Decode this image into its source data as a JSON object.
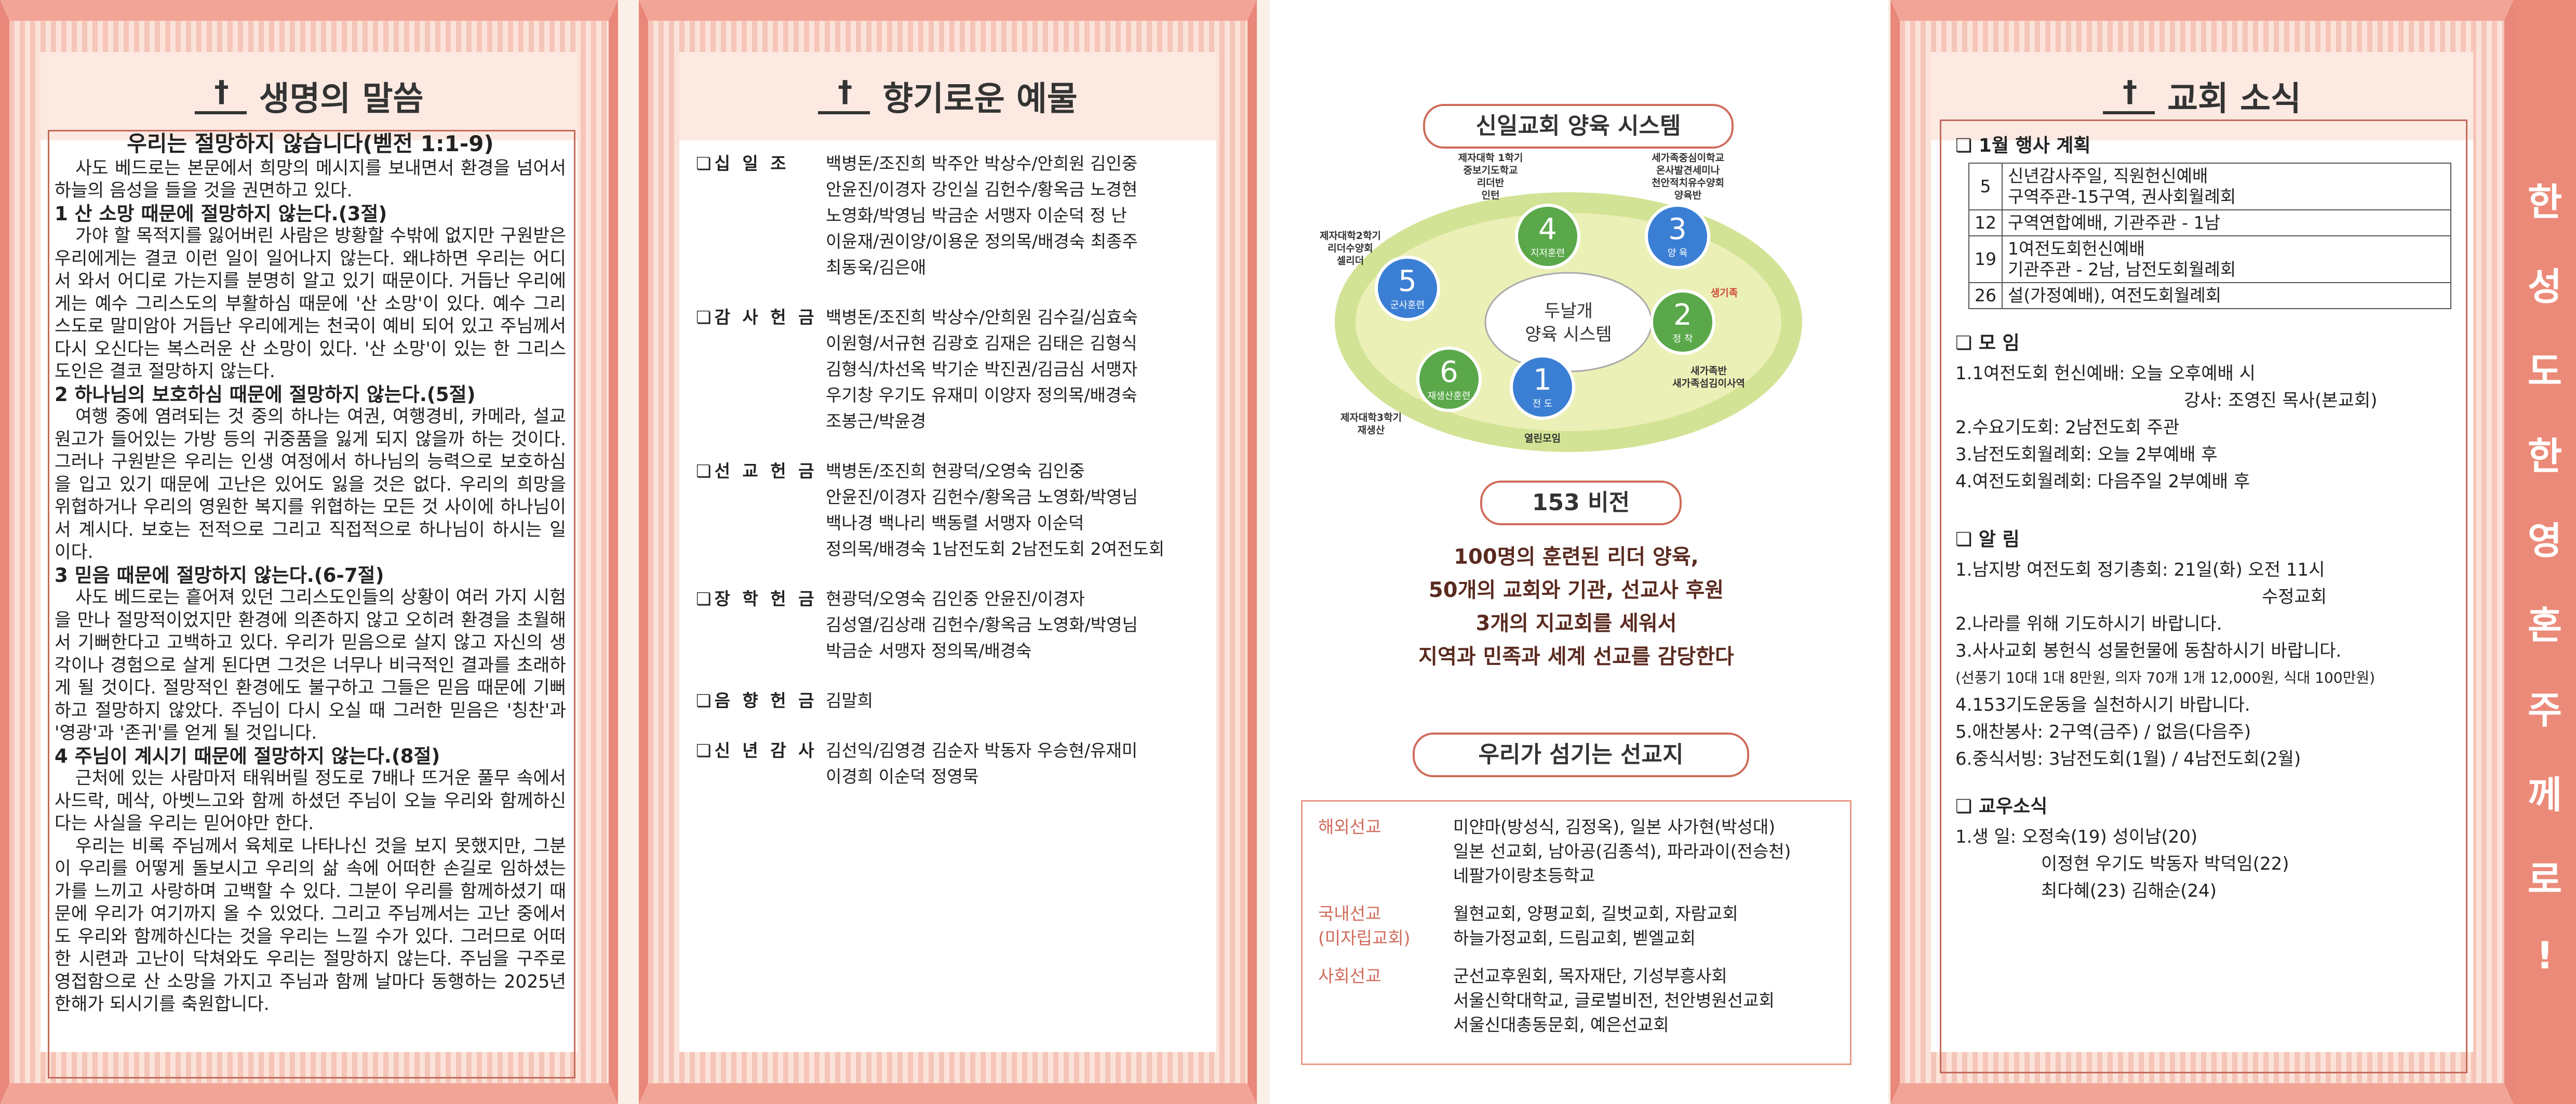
{
  "panel1": {
    "header": "생명의 말씀",
    "title": "우리는 절망하지 않습니다(벧전 1:1-9)",
    "intro": "사도 베드로는 본문에서 희망의 메시지를 보내면서 환경을 넘어서 하늘의 음성을 들을 것을 권면하고 있다.",
    "h1": "1 산 소망 때문에 절망하지 않는다.(3절)",
    "p1": "가야 할 목적지를 잃어버린 사람은 방황할 수밖에 없지만 구원받은 우리에게는 결코 이런 일이 일어나지 않는다. 왜냐하면 우리는 어디서 와서 어디로 가는지를 분명히 알고 있기 때문이다. 거듭난 우리에게는 예수 그리스도의 부활하심 때문에 '산 소망'이 있다. 예수 그리스도로 말미암아 거듭난 우리에게는 천국이 예비 되어 있고 주님께서 다시 오신다는 복스러운 산 소망이 있다. '산 소망'이 있는 한 그리스도인은 결코 절망하지 않는다.",
    "h2": "2 하나님의 보호하심 때문에 절망하지 않는다.(5절)",
    "p2": "여행 중에 염려되는 것 중의 하나는 여권, 여행경비, 카메라, 설교 원고가 들어있는 가방 등의 귀중품을 잃게 되지 않을까 하는 것이다. 그러나 구원받은 우리는 인생 여정에서 하나님의 능력으로 보호하심을 입고 있기 때문에 고난은 있어도 잃을 것은 없다. 우리의 희망을 위협하거나 우리의 영원한 복지를 위협하는 모든 것 사이에 하나님이 서 계시다. 보호는 전적으로 그리고 직접적으로 하나님이 하시는 일이다.",
    "h3": "3 믿음 때문에 절망하지 않는다.(6-7절)",
    "p3": "사도 베드로는 흩어져 있던 그리스도인들의 상황이 여러 가지 시험을 만나 절망적이었지만 환경에 의존하지 않고 오히려 환경을 초월해서 기뻐한다고 고백하고 있다. 우리가 믿음으로 살지 않고 자신의 생각이나 경험으로 살게 된다면 그것은 너무나 비극적인 결과를 초래하게 될 것이다. 절망적인 환경에도 불구하고 그들은 믿음 때문에 기뻐하고 절망하지 않았다. 주님이 다시 오실 때 그러한 믿음은 '칭찬'과 '영광'과 '존귀'를 얻게 될 것입니다.",
    "h4": "4 주님이 계시기 때문에 절망하지 않는다.(8절)",
    "p4": "근처에 있는 사람마저 태워버릴 정도로 7배나 뜨거운 풀무 속에서 사드락, 메삭, 아벳느고와 함께 하셨던 주님이 오늘 우리와 함께하신다는 사실을 우리는 믿어야만 한다.",
    "p5": "우리는 비록 주님께서 육체로 나타나신 것을 보지 못했지만, 그분이 우리를 어떻게 돌보시고 우리의 삶 속에 어떠한 손길로 임하셨는가를 느끼고 사랑하며 고백할 수 있다. 그분이 우리를 함께하셨기 때문에 우리가 여기까지 올 수 있었다. 그리고 주님께서는 고난 중에서도 우리와 함께하신다는 것을 우리는 느낄 수가 있다. 그러므로 어떠한 시련과 고난이 닥쳐와도 우리는 절망하지 않는다. 주님을 구주로 영접함으로 산 소망을 가지고 주님과 함께 날마다 동행하는 2025년 한해가 되시기를 축원합니다."
  },
  "panel2": {
    "header": "향기로운 예물",
    "offerings": [
      {
        "label": "❏십 일 조",
        "lines": [
          "백병돈/조진희 박주안 박상수/안희원 김인중",
          "안윤진/이경자 강인실 김헌수/황옥금 노경현",
          "노영화/박영님 박금순 서맹자 이순덕 정 난",
          "이윤재/권이양/이용운 정의목/배경숙 최종주",
          "최동욱/김은애"
        ]
      },
      {
        "label": "❏감 사 헌 금",
        "lines": [
          "백병돈/조진희 박상수/안희원 김수길/심효숙",
          "이원형/서규현 김광호 김재은 김태은 김형식",
          "김형식/차선옥 박기순 박진권/김금심 서맹자",
          "우기창 우기도 유재미 이양자 정의목/배경숙",
          "조봉근/박윤경"
        ]
      },
      {
        "label": "❏선 교 헌 금",
        "lines": [
          "백병돈/조진희 현광덕/오영숙 김인중",
          "안윤진/이경자 김헌수/황옥금 노영화/박영님",
          "백나경 백나리 백동렬 서맹자 이순덕",
          "정의목/배경숙 1남전도회 2남전도회 2여전도회"
        ]
      },
      {
        "label": "❏장 학 헌 금",
        "lines": [
          "현광덕/오영숙 김인중 안윤진/이경자",
          "김성열/김상래 김헌수/황옥금 노영화/박영님",
          "박금순 서맹자 정의목/배경숙"
        ]
      },
      {
        "label": "❏음 향 헌 금",
        "lines": [
          "김말희"
        ]
      },
      {
        "label": "❏신 년 감 사",
        "lines": [
          "김선익/김영경 김순자 박동자 우승현/유재미",
          "이경희 이순덕 정영묵"
        ]
      }
    ]
  },
  "panel3": {
    "pill1": "신일교회 양육 시스템",
    "center": "두날개\n양육 시스템",
    "nodes": [
      {
        "num": "1",
        "name": "전 도",
        "color": "#3b7fd4"
      },
      {
        "num": "2",
        "name": "정 착",
        "color": "#5aa84a"
      },
      {
        "num": "3",
        "name": "양 육",
        "color": "#3b7fd4"
      },
      {
        "num": "4",
        "name": "지저훈련",
        "color": "#5aa84a"
      },
      {
        "num": "5",
        "name": "군사훈련",
        "color": "#3b7fd4"
      },
      {
        "num": "6",
        "name": "재생산훈련",
        "color": "#5aa84a"
      }
    ],
    "labels": {
      "l1": "열린모임",
      "l2": "새가족반\n새가족섬김이사역",
      "l3": "세가족중심이학교\n온사발견세미나\n천안적치유수양회\n양육반",
      "l4": "제자대학 1학기\n중보기도학교\n리더반\n인턴",
      "l5": "제자대학2학기\n리더수양회\n셀리더",
      "l6": "제자대학3학기\n재생산",
      "arrow": "생기족"
    },
    "pill2": "153 비전",
    "vision": [
      "100명의 훈련된 리더 양육,",
      "50개의 교회와 기관, 선교사 후원",
      "3개의 지교회를 세워서",
      "지역과 민족과 세계 선교를 감당한다"
    ],
    "pill3": "우리가 섬기는 선교지",
    "missions": [
      {
        "k": "해외선교",
        "v": [
          "미얀마(방성식, 김정옥), 일본 사가현(박성대)",
          "일본 선교회, 남아공(김종석), 파라과이(전승천)",
          "네팔가이랑초등학교"
        ]
      },
      {
        "k": "국내선교\n(미자립교회)",
        "v": [
          "월현교회, 양평교회, 길벗교회, 자람교회",
          "하늘가정교회, 드림교회, 벧엘교회"
        ]
      },
      {
        "k": "사회선교",
        "v": [
          "군선교후원회, 목자재단, 기성부흥사회",
          "서울신학대학교, 글로벌비전, 천안병원선교회",
          "서울신대총동문회, 예은선교회"
        ]
      }
    ]
  },
  "panel4": {
    "header": "교회 소식",
    "s1": "❏ 1월 행사 계획",
    "events": [
      {
        "d": "5",
        "t": "신년감사주일, 직원헌신예배\n구역주관-15구역, 권사회월례회"
      },
      {
        "d": "12",
        "t": "구역연합예배, 기관주관 - 1남"
      },
      {
        "d": "19",
        "t": "1여전도회헌신예배\n기관주관 - 2남, 남전도회월례회"
      },
      {
        "d": "26",
        "t": "설(가정예배), 여전도회월례회"
      }
    ],
    "s2": "❏ 모    임",
    "meet": [
      "1.1여전도회 헌신예배: 오늘 오후예배 시",
      "강사: 조영진 목사(본교회)",
      "2.수요기도회: 2남전도회 주관",
      "3.남전도회월례회: 오늘 2부예배 후",
      "4.여전도회월례회: 다음주일 2부예배 후"
    ],
    "s3": "❏ 알    림",
    "notice": [
      "1.남지방 여전도회 정기총회: 21일(화) 오전 11시",
      "수정교회",
      "2.나라를 위해 기도하시기 바랍니다.",
      "3.사사교회 봉헌식 성물헌물에 동참하시기 바랍니다.",
      "(선풍기 10대 1대 8만원, 의자 70개 1개 12,000원, 식대 100만원)",
      "4.153기도운동을 실천하시기 바랍니다.",
      "5.애찬봉사: 2구역(금주) / 없음(다음주)",
      "6.중식서빙: 3남전도회(1월) / 4남전도회(2월)"
    ],
    "s4": "❏ 교우소식",
    "bday": [
      "1.생  일: 오정숙(19) 성이남(20)",
      "이정현 우기도 박동자 박덕임(22)",
      "최다혜(23) 김해순(24)"
    ]
  },
  "sidebar": [
    "한",
    "성",
    "도",
    "한",
    "영",
    "혼",
    "주",
    "께",
    "로",
    "!"
  ]
}
